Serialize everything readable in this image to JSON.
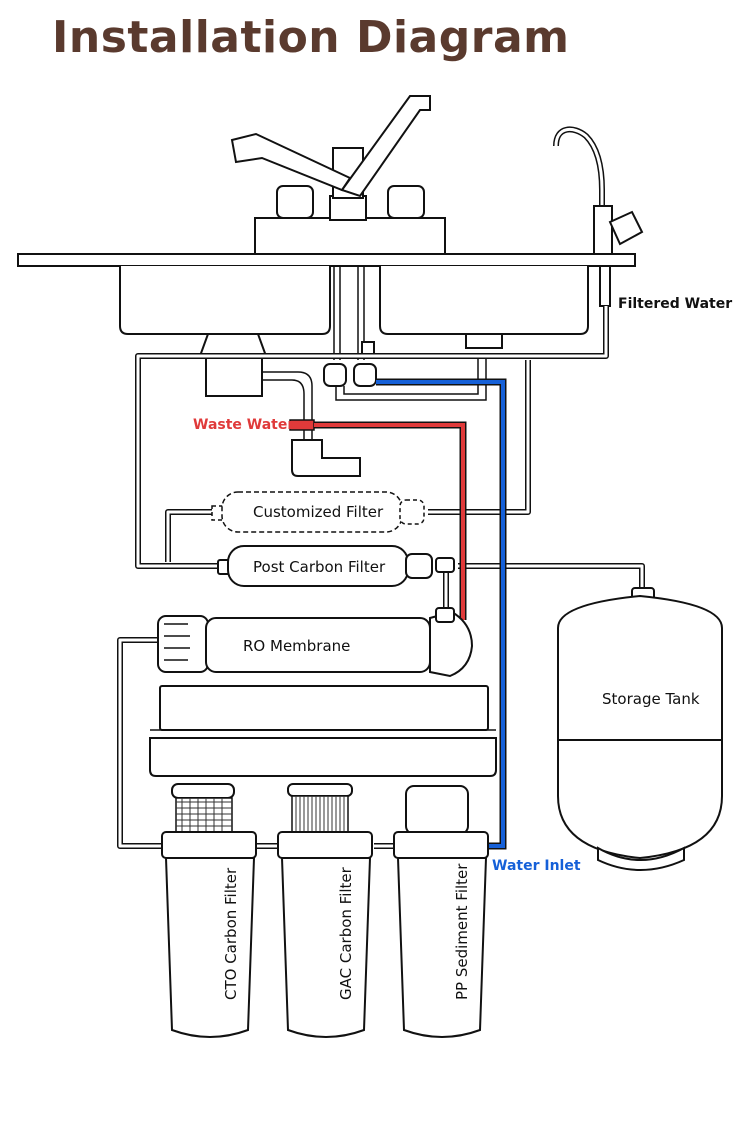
{
  "title": "Installation Diagram",
  "labels": {
    "filtered_water": "Filtered Water",
    "waste_water": "Waste Water",
    "customized_filter": "Customized Filter",
    "post_carbon_filter": "Post Carbon Filter",
    "ro_membrane": "RO Membrane",
    "storage_tank": "Storage Tank",
    "water_inlet": "Water Inlet",
    "cto_filter": "CTO Carbon Filter",
    "gac_filter": "GAC Carbon Filter",
    "pp_filter": "PP Sediment Filter"
  },
  "colors": {
    "title": "#5a3a2e",
    "waste_water": "#e03a3a",
    "water_inlet": "#1560d8",
    "filtered_water": "#111111"
  }
}
